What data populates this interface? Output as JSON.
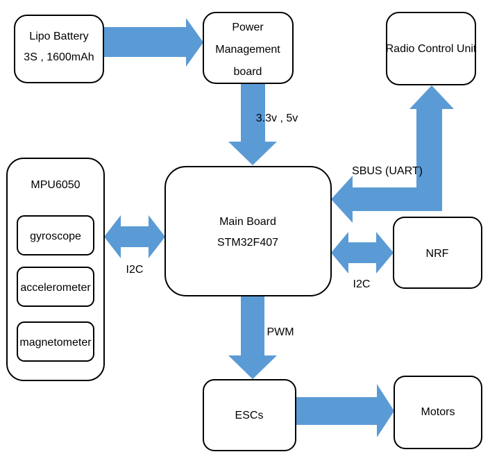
{
  "diagram": {
    "battery": {
      "line1": "Lipo Battery",
      "line2": "3S , 1600mAh"
    },
    "power": {
      "line1": "Power",
      "line2": "Management",
      "line3": "board"
    },
    "radio": {
      "label": "Radio Control Unit"
    },
    "mpu": {
      "title": "MPU6050",
      "sensors": [
        "gyroscope",
        "accelerometer",
        "magnetometer"
      ]
    },
    "main": {
      "line1": "Main Board",
      "line2": "STM32F407"
    },
    "nrf": {
      "label": "NRF"
    },
    "escs": {
      "label": "ESCs"
    },
    "motors": {
      "label": "Motors"
    },
    "edges": {
      "power_to_main": "3.3v , 5v",
      "main_radio": "SBUS (UART)",
      "mpu_main": "I2C",
      "main_nrf": "I2C",
      "main_escs": "PWM"
    },
    "colors": {
      "arrow": "#5b9bd5",
      "box_border": "#000000"
    }
  }
}
